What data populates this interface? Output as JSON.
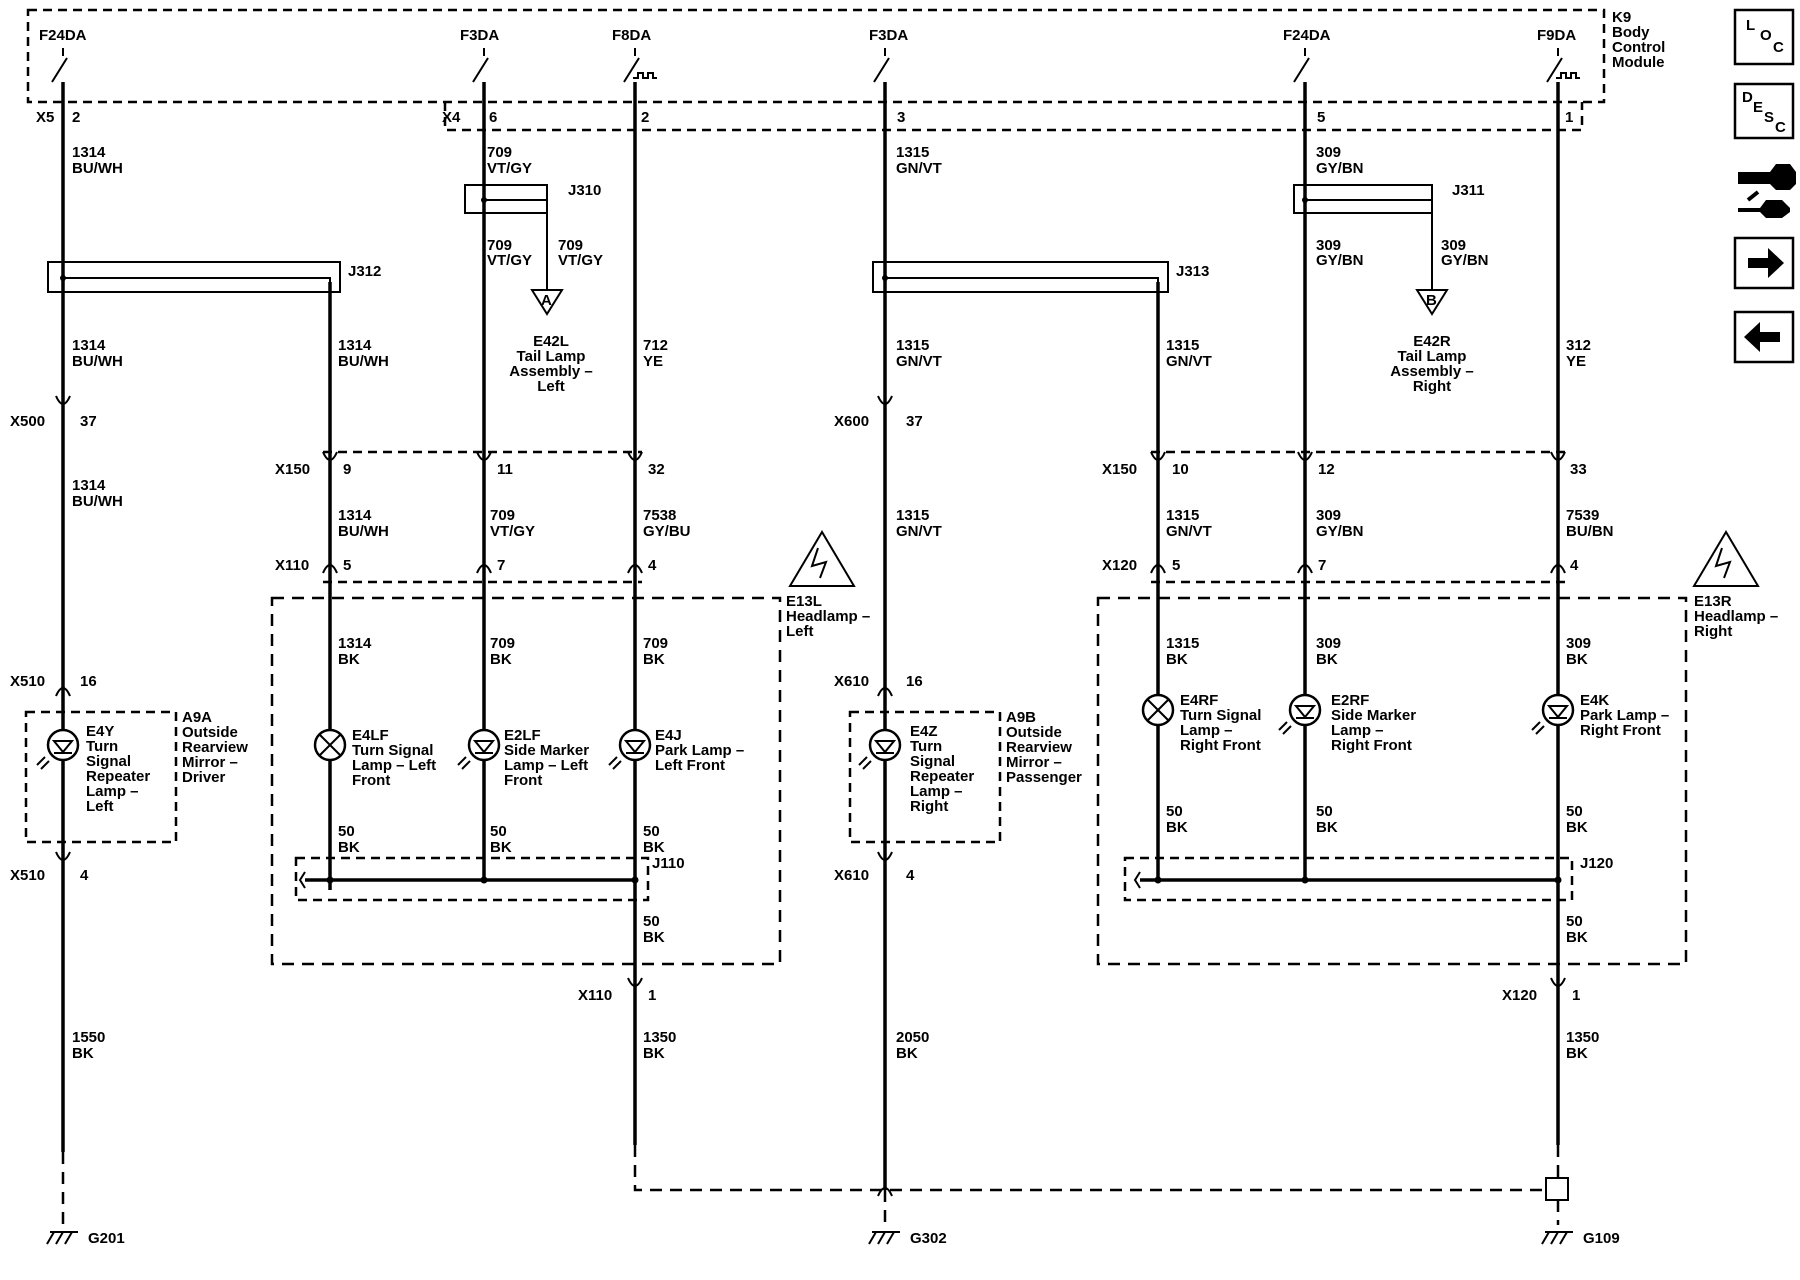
{
  "module": {
    "id": "K9",
    "line1": "Body",
    "line2": "Control",
    "line3": "Module"
  },
  "fuses": [
    "F24DA",
    "F3DA",
    "F8DA",
    "F3DA",
    "F24DA",
    "F9DA"
  ],
  "bcm_connectors": {
    "x5": "X5",
    "x4": "X4"
  },
  "bcm_pins": [
    "2",
    "6",
    "2",
    "3",
    "5",
    "1"
  ],
  "wire_top": [
    {
      "num": "1314",
      "color": "BU/WH"
    },
    {
      "num": "709",
      "color": "VT/GY"
    },
    {
      "num": "1315",
      "color": "GN/VT"
    },
    {
      "num": "309",
      "color": "GY/BN"
    }
  ],
  "splices": {
    "j310": "J310",
    "j311": "J311",
    "j312": "J312",
    "j313": "J313",
    "j110": "J110",
    "j120": "J120"
  },
  "split_wires": {
    "j310_a": {
      "num": "709",
      "color": "VT/GY"
    },
    "j310_b": {
      "num": "709",
      "color": "VT/GY"
    },
    "j311_a": {
      "num": "309",
      "color": "GY/BN"
    },
    "j311_b": {
      "num": "309",
      "color": "GY/BN"
    }
  },
  "offpage": {
    "a": {
      "letter": "A",
      "l1": "E42L",
      "l2": "Tail Lamp",
      "l3": "Assembly –",
      "l4": "Left"
    },
    "b": {
      "letter": "B",
      "l1": "E42R",
      "l2": "Tail Lamp",
      "l3": "Assembly –",
      "l4": "Right"
    }
  },
  "wire_mid": [
    {
      "num": "1314",
      "color": "BU/WH"
    },
    {
      "num": "1314",
      "color": "BU/WH"
    },
    {
      "num": "712",
      "color": "YE"
    },
    {
      "num": "1315",
      "color": "GN/VT"
    },
    {
      "num": "1315",
      "color": "GN/VT"
    },
    {
      "num": "312",
      "color": "YE"
    }
  ],
  "x500": {
    "conn": "X500",
    "pin": "37"
  },
  "x600": {
    "conn": "X600",
    "pin": "37"
  },
  "x150_left": {
    "conn": "X150",
    "pins": [
      "9",
      "11",
      "32"
    ]
  },
  "x150_right": {
    "conn": "X150",
    "pins": [
      "10",
      "12",
      "33"
    ]
  },
  "wire_below_x500": {
    "num": "1314",
    "color": "BU/WH"
  },
  "wire_below_x600": {
    "num": "1315",
    "color": "GN/VT"
  },
  "wire_x150_left": [
    {
      "num": "1314",
      "color": "BU/WH"
    },
    {
      "num": "709",
      "color": "VT/GY"
    },
    {
      "num": "7538",
      "color": "GY/BU"
    }
  ],
  "wire_x150_right": [
    {
      "num": "1315",
      "color": "GN/VT"
    },
    {
      "num": "309",
      "color": "GY/BN"
    },
    {
      "num": "7539",
      "color": "BU/BN"
    }
  ],
  "x110": {
    "conn": "X110",
    "pins": [
      "5",
      "7",
      "4"
    ],
    "pin_bottom": "1"
  },
  "x120": {
    "conn": "X120",
    "pins": [
      "5",
      "7",
      "4"
    ],
    "pin_bottom": "1"
  },
  "headlamp_left": {
    "id": "E13L",
    "l2": "Headlamp –",
    "l3": "Left"
  },
  "headlamp_right": {
    "id": "E13R",
    "l2": "Headlamp –",
    "l3": "Right"
  },
  "lamp_wires_left": [
    {
      "num": "1314",
      "color": "BK"
    },
    {
      "num": "709",
      "color": "BK"
    },
    {
      "num": "709",
      "color": "BK"
    }
  ],
  "lamp_wires_right": [
    {
      "num": "1315",
      "color": "BK"
    },
    {
      "num": "309",
      "color": "BK"
    },
    {
      "num": "309",
      "color": "BK"
    }
  ],
  "lamps_left": [
    {
      "id": "E4LF",
      "l2": "Turn Signal",
      "l3": "Lamp – Left",
      "l4": "Front"
    },
    {
      "id": "E2LF",
      "l2": "Side Marker",
      "l3": "Lamp – Left",
      "l4": "Front"
    },
    {
      "id": "E4J",
      "l2": "Park Lamp –",
      "l3": "Left Front",
      "l4": ""
    }
  ],
  "lamps_right": [
    {
      "id": "E4RF",
      "l2": "Turn Signal",
      "l3": "Lamp –",
      "l4": "Right Front"
    },
    {
      "id": "E2RF",
      "l2": "Side Marker",
      "l3": "Lamp –",
      "l4": "Right Front"
    },
    {
      "id": "E4K",
      "l2": "Park Lamp –",
      "l3": "Right Front",
      "l4": ""
    }
  ],
  "ground_wires_left": [
    {
      "num": "50",
      "color": "BK"
    },
    {
      "num": "50",
      "color": "BK"
    },
    {
      "num": "50",
      "color": "BK"
    },
    {
      "num": "50",
      "color": "BK"
    }
  ],
  "ground_wires_right": [
    {
      "num": "50",
      "color": "BK"
    },
    {
      "num": "50",
      "color": "BK"
    },
    {
      "num": "50",
      "color": "BK"
    },
    {
      "num": "50",
      "color": "BK"
    }
  ],
  "x510": {
    "conn": "X510",
    "pin_top": "16",
    "pin_bottom": "4"
  },
  "x610": {
    "conn": "X610",
    "pin_top": "16",
    "pin_bottom": "4"
  },
  "mirror_left": {
    "lamp_id": "E4Y",
    "lamp_l2": "Turn",
    "lamp_l3": "Signal",
    "lamp_l4": "Repeater",
    "lamp_l5": "Lamp –",
    "lamp_l6": "Left",
    "asm_id": "A9A",
    "asm_l2": "Outside",
    "asm_l3": "Rearview",
    "asm_l4": "Mirror –",
    "asm_l5": "Driver"
  },
  "mirror_right": {
    "lamp_id": "E4Z",
    "lamp_l2": "Turn",
    "lamp_l3": "Signal",
    "lamp_l4": "Repeater",
    "lamp_l5": "Lamp –",
    "lamp_l6": "Right",
    "asm_id": "A9B",
    "asm_l2": "Outside",
    "asm_l3": "Rearview",
    "asm_l4": "Mirror –",
    "asm_l5": "Passenger"
  },
  "ground_bottom": [
    {
      "num": "1550",
      "color": "BK"
    },
    {
      "num": "1350",
      "color": "BK"
    },
    {
      "num": "2050",
      "color": "BK"
    },
    {
      "num": "1350",
      "color": "BK"
    }
  ],
  "grounds": [
    "G201",
    "G302",
    "G109"
  ],
  "nav": {
    "loc": {
      "a": "L",
      "b": "O",
      "c": "C"
    },
    "desc": {
      "a": "D",
      "b": "E",
      "c": "S",
      "d": "C"
    },
    "buttons": [
      "loc-button",
      "desc-button",
      "connector-button",
      "next-button",
      "previous-button"
    ]
  }
}
